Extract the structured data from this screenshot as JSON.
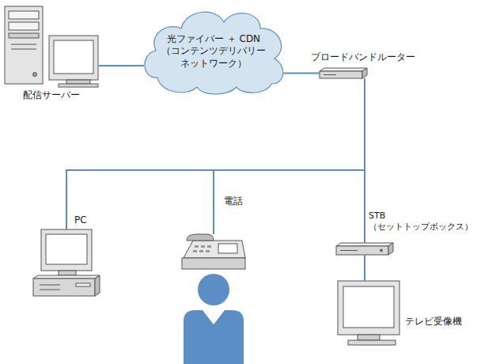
{
  "diagram": {
    "nodes": [
      {
        "text": [
          "配信サーバー"
        ]
      },
      {
        "text": [
          "光ファイバー ＋ CDN （コンテンツデリバリー ネットワーク）"
        ]
      },
      {
        "text": [
          "ブロードバンドルーター"
        ]
      },
      {
        "text": [
          "PC"
        ]
      },
      {
        "text": [
          "電話"
        ]
      },
      {
        "text": [
          "STB （セットトップボックス）"
        ]
      },
      {
        "text": [
          "テレビ受像機"
        ]
      }
    ],
    "edges": [
      {
        "from": 0,
        "to": 1,
        "arrow": "none"
      },
      {
        "from": 1,
        "to": 2,
        "arrow": "none"
      },
      {
        "from": 2,
        "to": 3,
        "arrow": "none"
      },
      {
        "from": 2,
        "to": 4,
        "arrow": "none"
      },
      {
        "from": 2,
        "to": 5,
        "arrow": "none"
      },
      {
        "from": 5,
        "to": 6,
        "arrow": "none"
      }
    ]
  }
}
